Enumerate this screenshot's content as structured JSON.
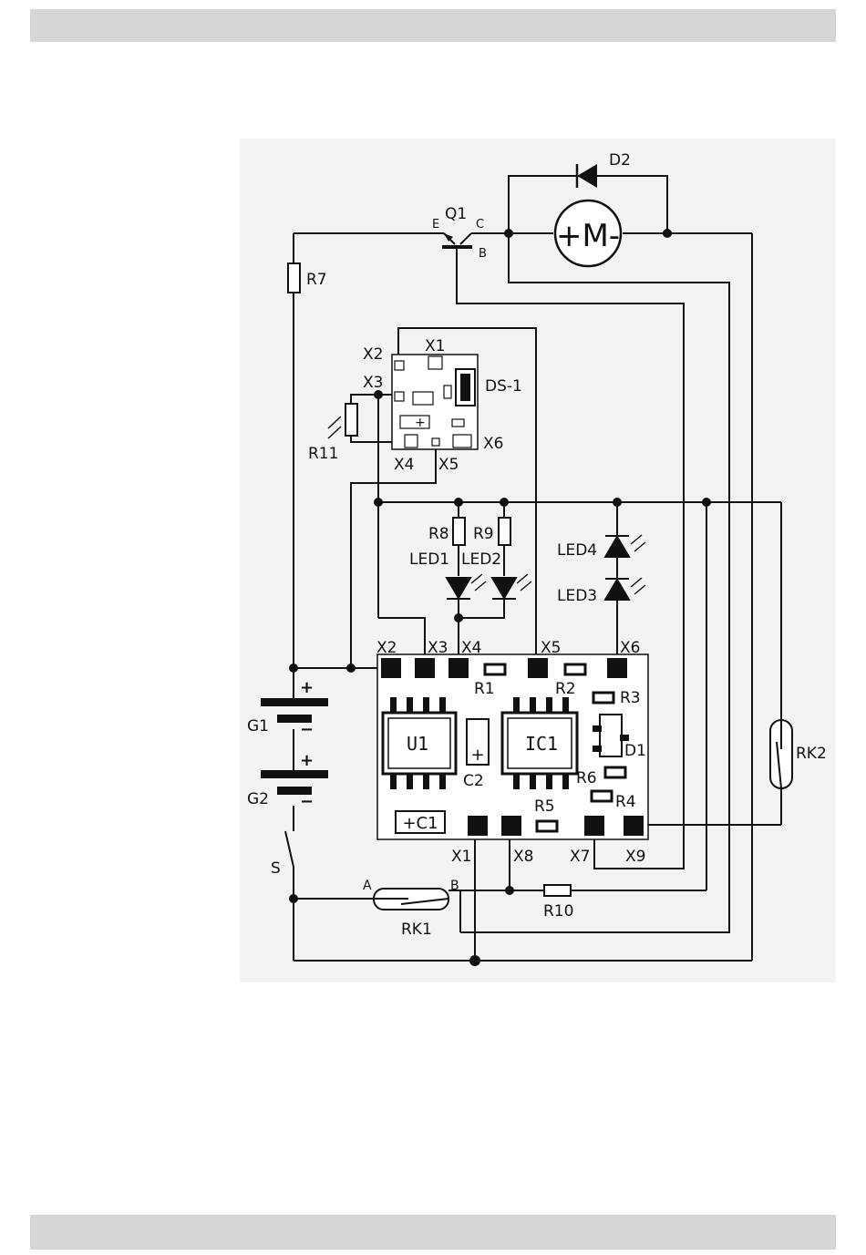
{
  "labels": {
    "D2": "D2",
    "Q1": "Q1",
    "E": "E",
    "C": "C",
    "B": "B",
    "R7": "R7",
    "motor": "+M-",
    "X1": "X1",
    "X2": "X2",
    "X3": "X3",
    "DS1": "DS-1",
    "R11": "R11",
    "X4": "X4",
    "X5": "X5",
    "X6": "X6",
    "R8": "R8",
    "R9": "R9",
    "LED1": "LED1",
    "LED2": "LED2",
    "LED3": "LED3",
    "LED4": "LED4",
    "mX2": "X2",
    "mX3": "X3",
    "mX4": "X4",
    "mX5": "X5",
    "mX6": "X6",
    "R1": "R1",
    "R2": "R2",
    "R3": "R3",
    "U1": "U1",
    "C2": "C2",
    "IC1": "IC1",
    "D1": "D1",
    "R6": "R6",
    "R4": "R4",
    "R5": "R5",
    "C1": "+C1",
    "bX1": "X1",
    "bX8": "X8",
    "bX7": "X7",
    "bX9": "X9",
    "G1": "G1",
    "G2": "G2",
    "plus1": "+",
    "plus2": "+",
    "minus1": "−",
    "minus2": "−",
    "S": "S",
    "A": "A",
    "Bpt": "B",
    "RK1": "RK1",
    "R10": "R10",
    "RK2": "RK2"
  }
}
